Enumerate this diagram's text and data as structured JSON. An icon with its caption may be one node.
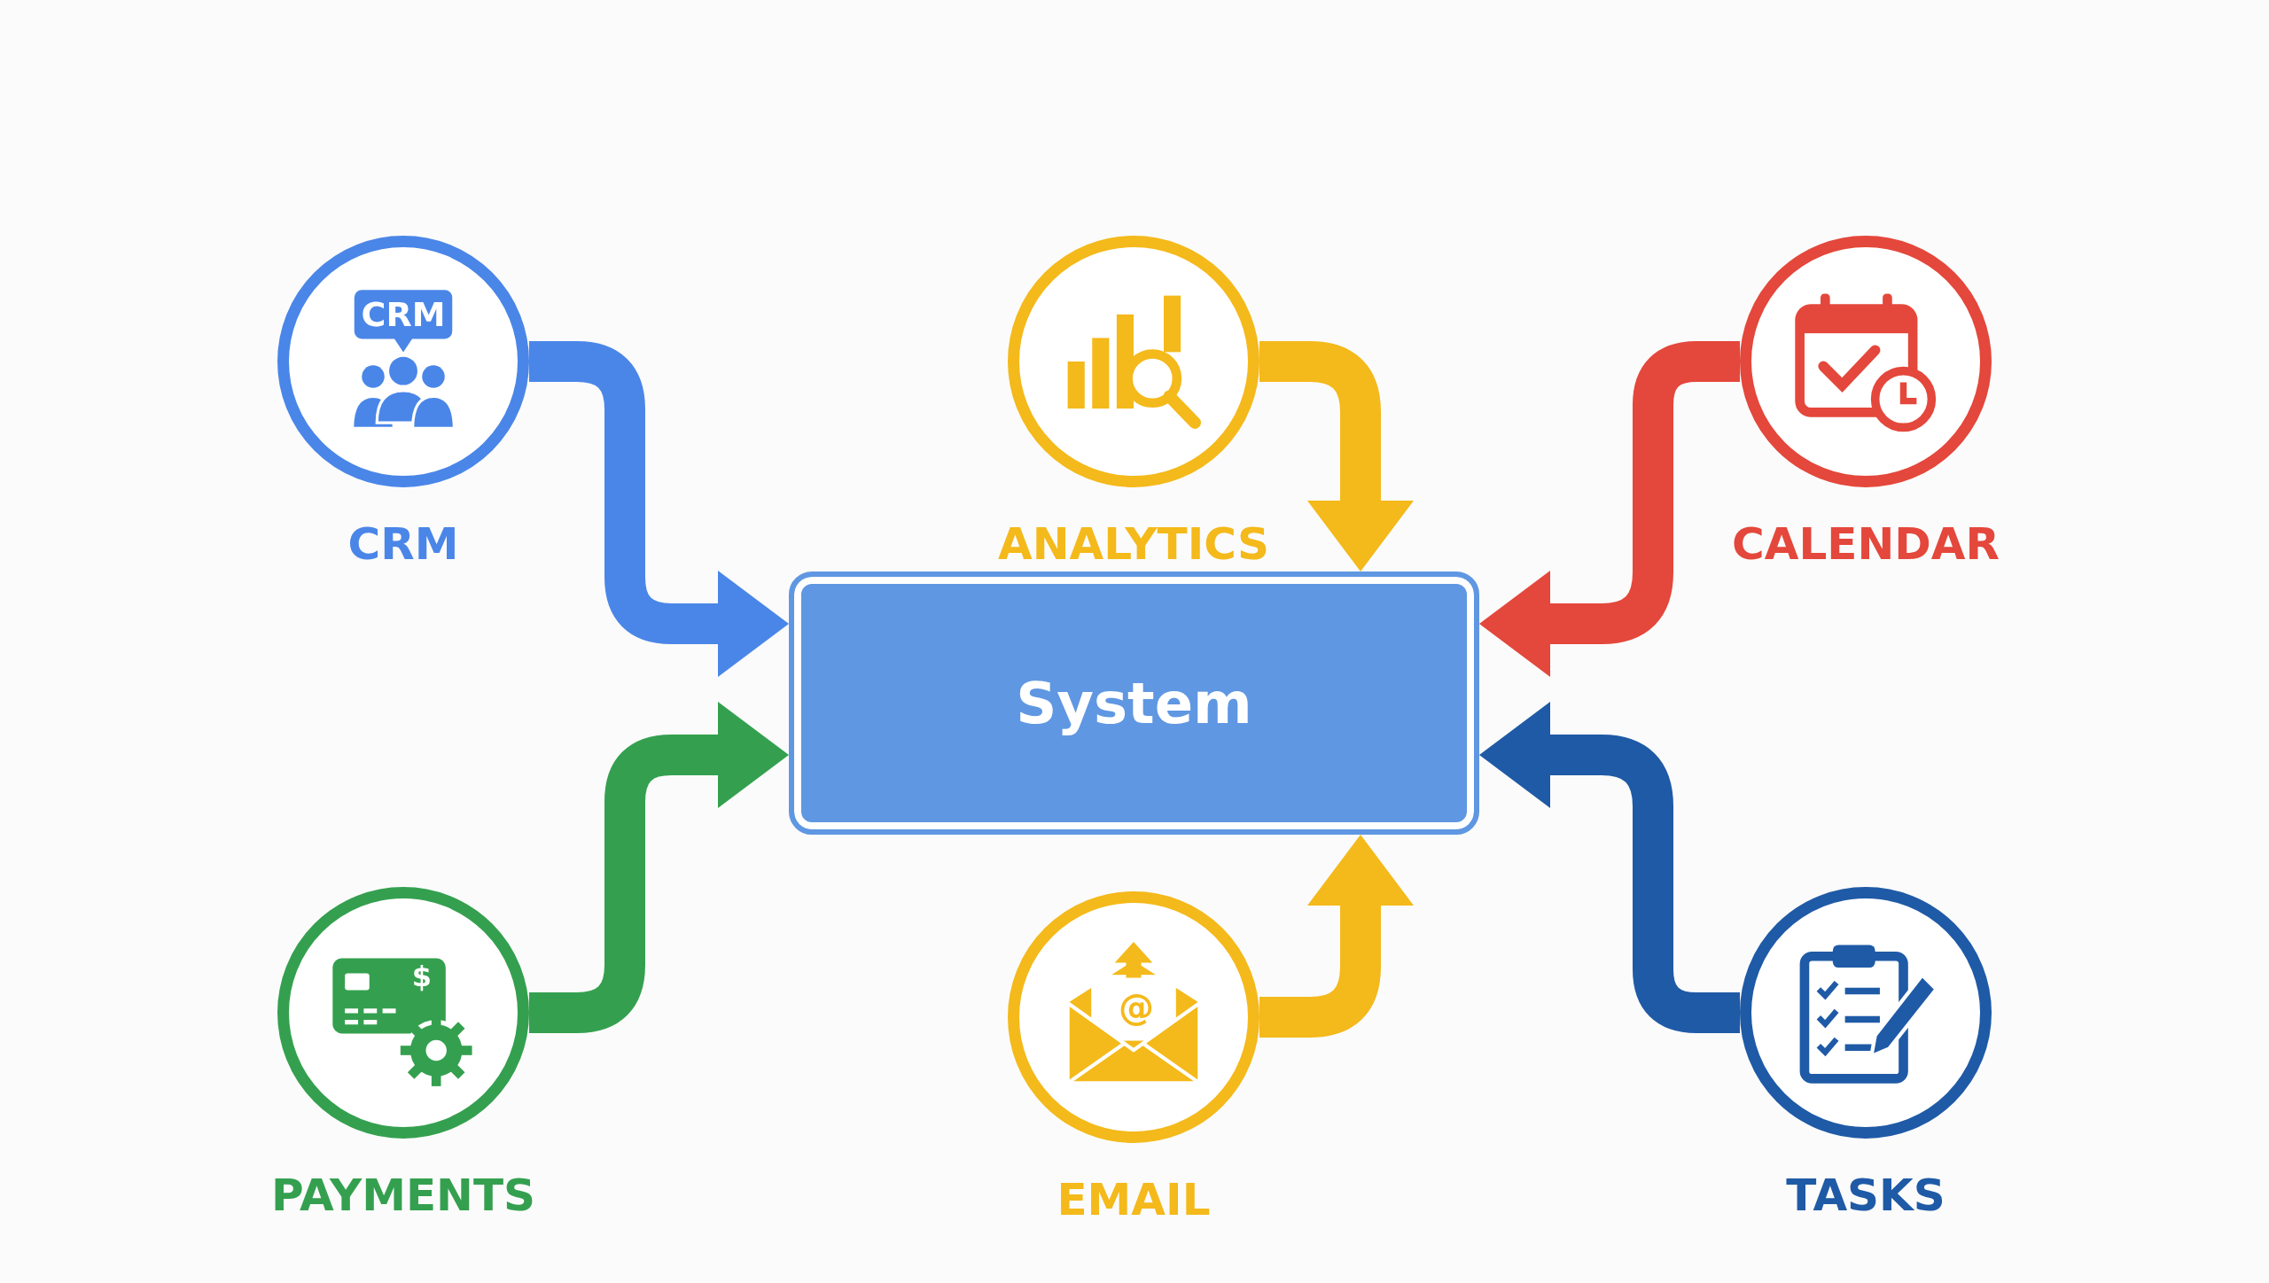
{
  "diagram": {
    "nodes": [
      {
        "text": [
          "CRM",
          "CRM"
        ]
      },
      {
        "text": [
          "ANALYTICS"
        ]
      },
      {
        "text": [
          "CALENDAR"
        ]
      },
      {
        "text": [
          "System"
        ]
      },
      {
        "text": [
          "PAYMENTS"
        ]
      },
      {
        "text": [
          "EMAIL"
        ]
      },
      {
        "text": [
          "TASKS"
        ]
      }
    ],
    "edges": [
      {
        "from": 0,
        "to": 3,
        "arrow": "to",
        "color": "#4a86e8"
      },
      {
        "from": 1,
        "to": 3,
        "arrow": "to",
        "color": "#f4b91a"
      },
      {
        "from": 2,
        "to": 3,
        "arrow": "to",
        "color": "#e4473b"
      },
      {
        "from": 4,
        "to": 3,
        "arrow": "to",
        "color": "#34a04f"
      },
      {
        "from": 5,
        "to": 3,
        "arrow": "to",
        "color": "#f4b91a"
      },
      {
        "from": 6,
        "to": 3,
        "arrow": "to",
        "color": "#1f5aa6"
      }
    ],
    "labels": [
      "$",
      "@"
    ]
  }
}
